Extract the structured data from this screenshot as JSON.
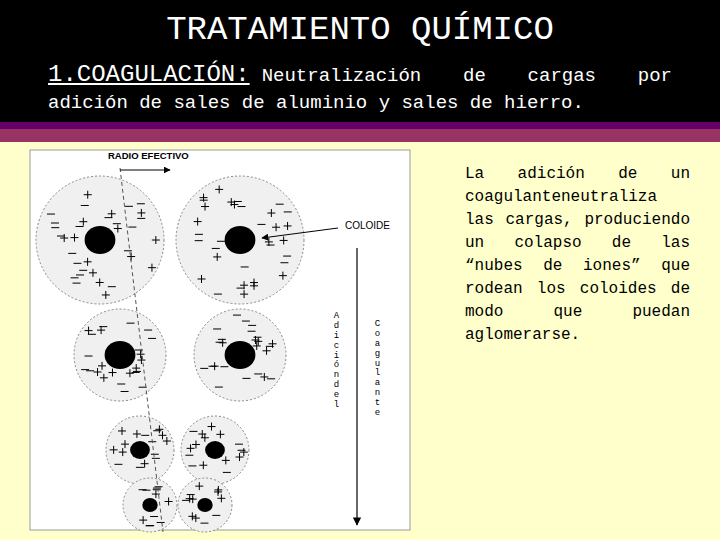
{
  "diagram": {
    "title": "TRATAMIENTO QUÍMICO",
    "labels": [
      "1.COAGULACIÓN:",
      "Neutralización de cargas por adición de sales de aluminio y sales de hierro.",
      "RADIO EFECTIVO",
      "COLOIDE",
      "Adición del",
      "Coagulante",
      "La adición de un coagulanteneutraliza las cargas, produciendo un colapso de las “nubes de iones” que rodean los coloides de modo que puedan aglomerarse."
    ]
  }
}
